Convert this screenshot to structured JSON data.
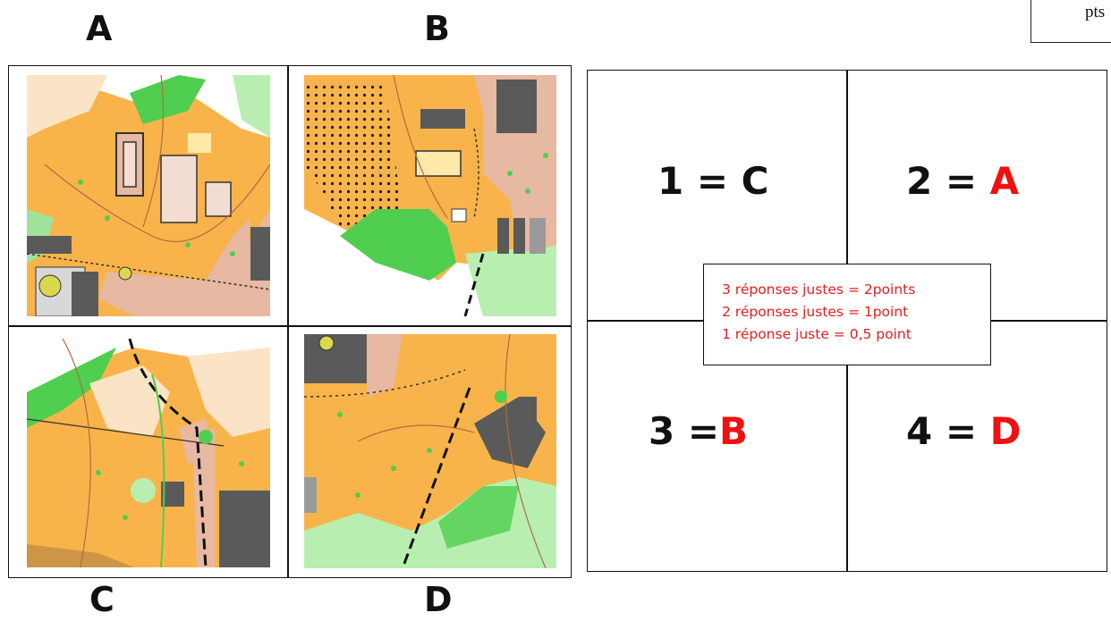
{
  "tiles": {
    "a": "A",
    "b": "B",
    "c": "C",
    "d": "D"
  },
  "pts_label": "pts",
  "answers": [
    {
      "num": "1 =",
      "value": "C"
    },
    {
      "num": "2 =",
      "value": "A"
    },
    {
      "num": "3 =",
      "value": "B"
    },
    {
      "num": "4 =",
      "value": "D"
    }
  ],
  "scoring": [
    "3 réponses justes = 2points",
    "2 réponses justes = 1point",
    "1 réponse juste = 0,5 point"
  ],
  "colors": {
    "open_orange": "#f8b44a",
    "green": "#4fce4f",
    "light_green": "#b8efb0",
    "building": "#5a5a5a",
    "paved": "#e7b8a2",
    "answer_red": "#ee1111",
    "score_red": "#e02020"
  }
}
